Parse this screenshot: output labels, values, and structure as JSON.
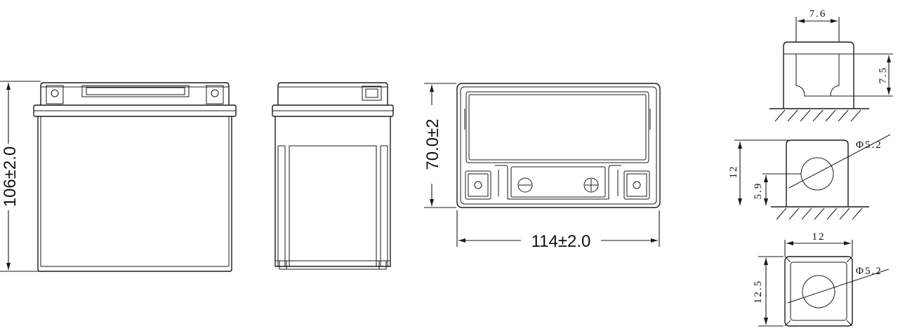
{
  "drawing": {
    "height_dim": "106±2.0",
    "depth_dim": "70.0±2",
    "length_dim": "114±2.0",
    "terminal_a": {
      "width": "7.6",
      "height": "7.5"
    },
    "terminal_b": {
      "diameter": "Φ5.2",
      "height": "12",
      "hole_height": "5.9"
    },
    "terminal_c": {
      "width": "12",
      "height": "12.5",
      "diameter": "Φ5.2"
    }
  }
}
